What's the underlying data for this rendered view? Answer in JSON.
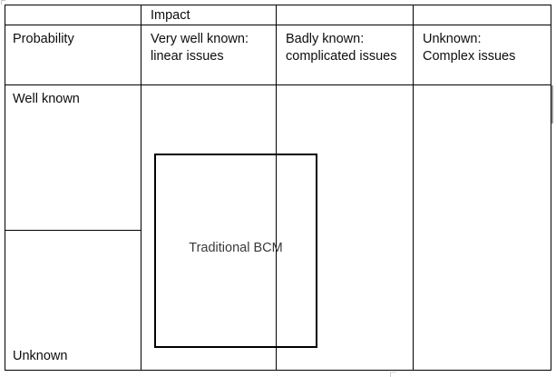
{
  "matrix": {
    "corner_header": "",
    "impact_header": "Impact",
    "probability_header": "Probability",
    "impact_columns": [
      "Very well known:\nlinear issues",
      "Badly known:\ncomplicated issues",
      "Unknown:\nComplex issues"
    ],
    "probability_rows": [
      "Well known",
      "Unknown"
    ],
    "overlay_box": {
      "label": "Traditional BCM"
    },
    "colors": {
      "border": "#000000",
      "text": "#0d0d0d",
      "overlay_label": "#3a3a3a",
      "background": "#ffffff",
      "artifact": "#9e9e9e"
    }
  }
}
